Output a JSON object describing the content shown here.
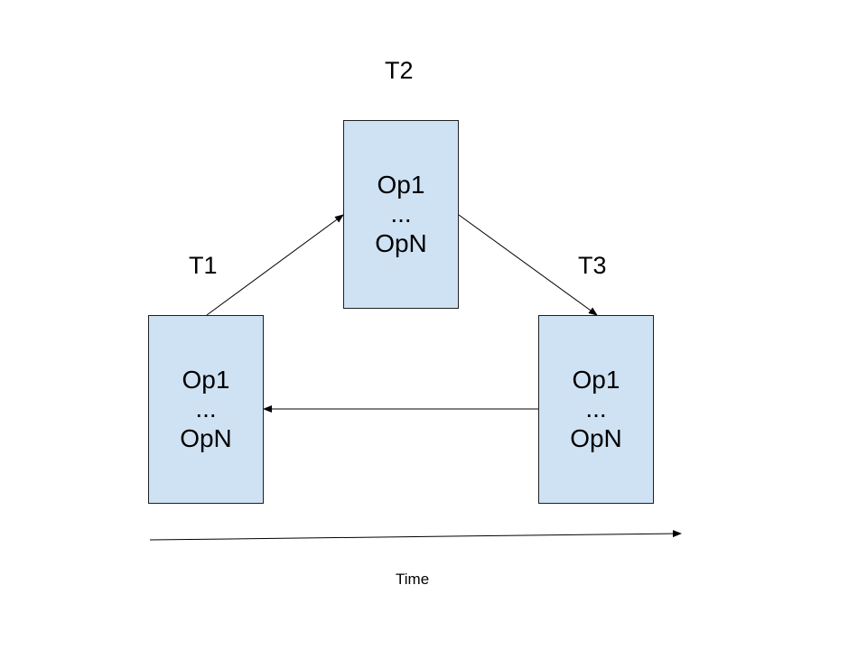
{
  "box_fill": "#cfe2f3",
  "line_color": "#000000",
  "labels": {
    "t1": "T1",
    "t2": "T2",
    "t3": "T3",
    "time": "Time"
  },
  "boxes": {
    "t1": {
      "line1": "Op1",
      "line2": "...",
      "line3": "OpN"
    },
    "t2": {
      "line1": "Op1",
      "line2": "...",
      "line3": "OpN"
    },
    "t3": {
      "line1": "Op1",
      "line2": "...",
      "line3": "OpN"
    }
  }
}
